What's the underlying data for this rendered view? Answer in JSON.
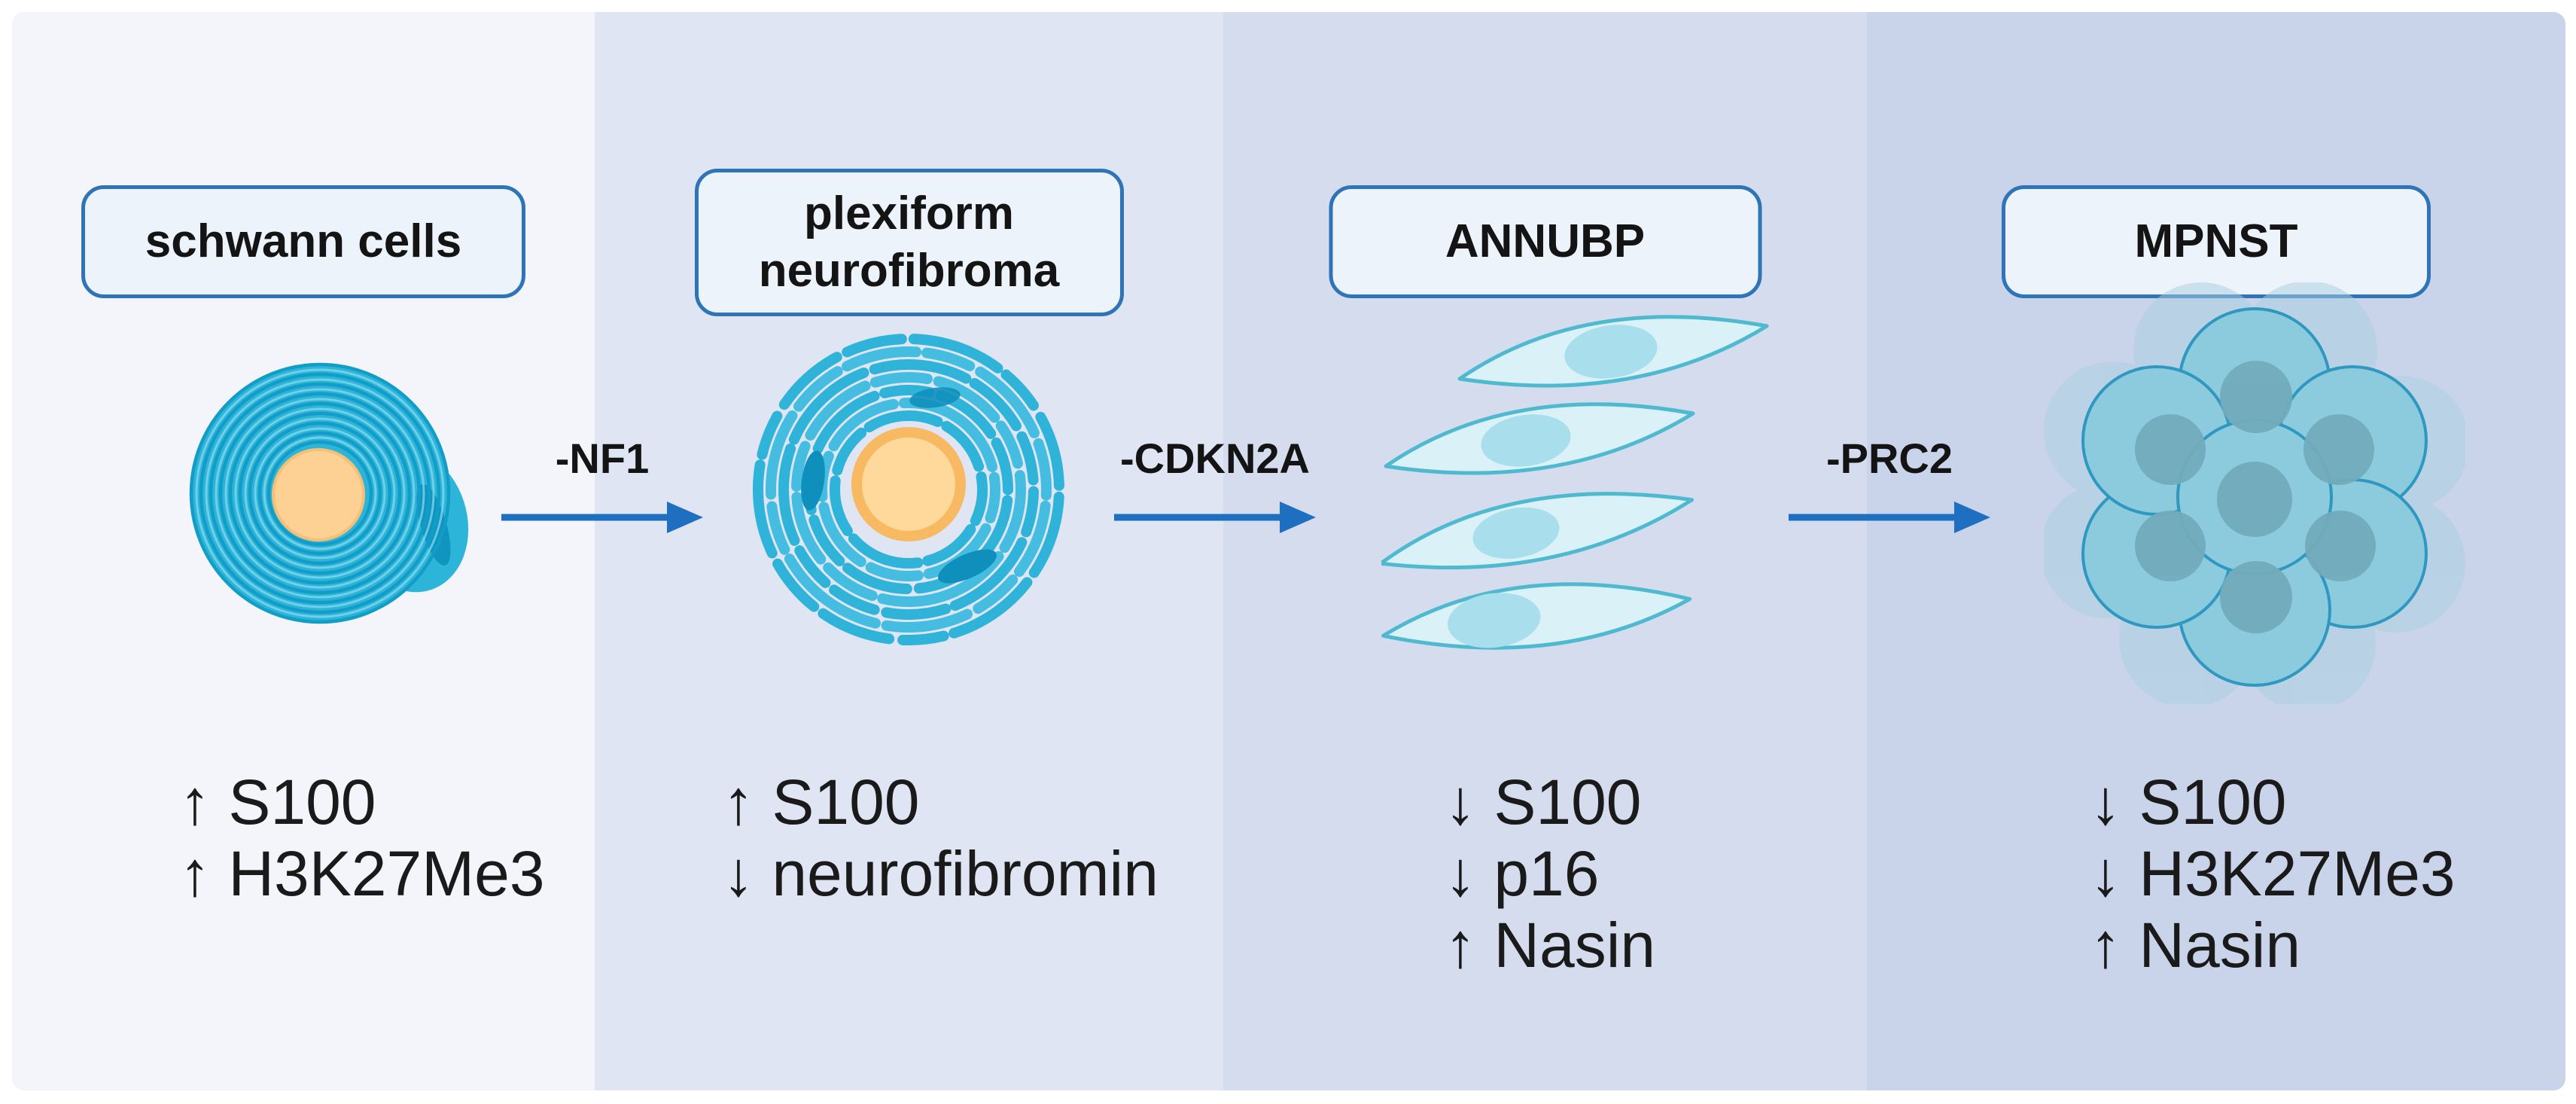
{
  "figure": {
    "title_semantic": "MPNST progression diagram",
    "stages": [
      {
        "id": "schwann-cells",
        "label": "schwann cells",
        "markers": [
          "↑ S100",
          "↑ H3K27Me3"
        ]
      },
      {
        "id": "plexiform-neurofibroma",
        "label": "plexiform neurofibroma",
        "markers": [
          "↑ S100",
          "↓ neurofibromin"
        ]
      },
      {
        "id": "annubp",
        "label": "ANNUBP",
        "markers": [
          "↓ S100",
          "↓ p16",
          "↑ Nasin"
        ]
      },
      {
        "id": "mpnst",
        "label": "MPNST",
        "markers": [
          "↓ S100",
          "↓ H3K27Me3",
          "↑ Nasin"
        ]
      }
    ],
    "transitions": [
      {
        "label": "-NF1"
      },
      {
        "label": "-CDKN2A"
      },
      {
        "label": "-PRC2"
      }
    ],
    "palette": {
      "page_background": "#ffffff",
      "panel_backgrounds": [
        "#f3f5fa",
        "#dfe5f2",
        "#d4dcee",
        "#c9d4ea"
      ],
      "stage_box_border": "#2e74b6",
      "stage_box_fill": "#edf3fb",
      "arrow_blue": "#1e6fc0",
      "myelin_cyan": "#2db5d9",
      "myelin_ring_dark": "#129dc9",
      "axon_orange": "#fdd193",
      "axon_ring_orange": "#f8b963",
      "spindle_fill": "#d9f1f7",
      "spindle_outline": "#4fb9d0",
      "spindle_nucleus": "#a9dfec",
      "tumor_cell_fill": "#8ccadd",
      "tumor_cell_outline": "#2f98c0",
      "tumor_nucleus": "#72abbc",
      "text_color": "#1a1a1a"
    }
  }
}
